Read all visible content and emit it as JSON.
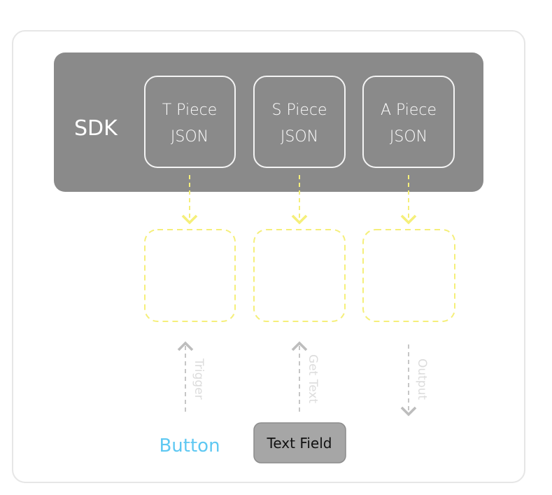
{
  "sdk": {
    "label": "SDK",
    "pieces": [
      {
        "line1": "T Piece",
        "line2": "JSON"
      },
      {
        "line1": "S Piece",
        "line2": "JSON"
      },
      {
        "line1": "A Piece",
        "line2": "JSON"
      }
    ]
  },
  "connectors": [
    {
      "label": "Trigger",
      "direction": "up"
    },
    {
      "label": "Get Text",
      "direction": "up"
    },
    {
      "label": "Output",
      "direction": "down"
    }
  ],
  "components": {
    "button_label": "Button",
    "text_field_label": "Text Field"
  },
  "colors": {
    "frame_border": "#e6e6e6",
    "sdk_fill": "#8a8a8a",
    "piece_border": "#f4f4f4",
    "slot_border": "#f5ef7a",
    "connector": "#c6c6c6",
    "button_text": "#5ec8f2",
    "text_field_fill": "#a6a6a6"
  }
}
